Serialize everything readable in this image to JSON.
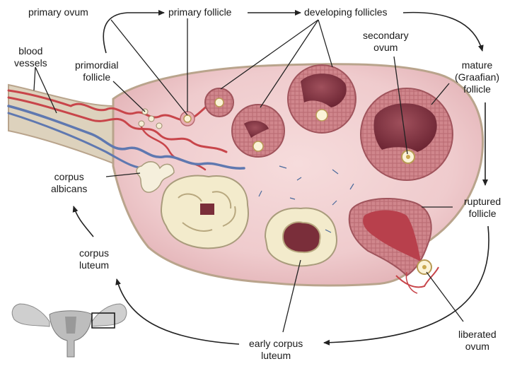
{
  "labels": {
    "primary_ovum": "primary ovum",
    "primary_follicle": "primary follicle",
    "developing_follicles": "developing follicles",
    "blood_vessels": [
      "blood",
      "vessels"
    ],
    "primordial_follicle": [
      "primordial",
      "follicle"
    ],
    "secondary_ovum": [
      "secondary",
      "ovum"
    ],
    "mature_follicle": [
      "mature",
      "(Graafian)",
      "follicle"
    ],
    "corpus_albicans": [
      "corpus",
      "albicans"
    ],
    "ruptured_follicle": [
      "ruptured",
      "follicle"
    ],
    "corpus_luteum": [
      "corpus",
      "luteum"
    ],
    "early_corpus_luteum": [
      "early corpus",
      "luteum"
    ],
    "liberated_ovum": [
      "liberated",
      "ovum"
    ]
  },
  "colors": {
    "ovary_tissue": "#eec9cc",
    "ovary_outline": "#b9a48c",
    "artery": "#c8454a",
    "vein": "#5f78b0",
    "follicle_wall": "#c87a80",
    "follicle_cavity": "#7a2e3a",
    "luteum": "#f3ebcc",
    "arrow": "#222222"
  }
}
